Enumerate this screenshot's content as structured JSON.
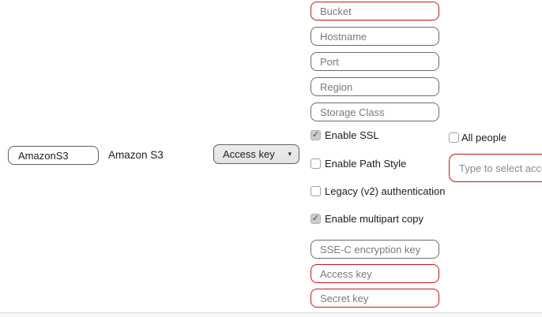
{
  "colors": {
    "error_border": "#cc1414",
    "field_border": "#6b6b6b",
    "placeholder_text": "#7a7a7a",
    "label_text": "#1d1d1f",
    "footer_strip": "#f7f7f7"
  },
  "profile": {
    "protocol_value": "AmazonS3",
    "protocol_label": "Amazon S3"
  },
  "auth_dropdown": {
    "selected": "Access key",
    "caret_icon": "▾"
  },
  "fields_top": [
    {
      "placeholder": "Bucket",
      "error": true
    },
    {
      "placeholder": "Hostname",
      "error": false
    },
    {
      "placeholder": "Port",
      "error": false
    },
    {
      "placeholder": "Region",
      "error": false
    },
    {
      "placeholder": "Storage Class",
      "error": false
    }
  ],
  "checkboxes": [
    {
      "label": "Enable SSL",
      "checked": true
    },
    {
      "label": "Enable Path Style",
      "checked": false
    },
    {
      "label": "Legacy (v2) authentication",
      "checked": false
    },
    {
      "label": "Enable multipart copy",
      "checked": true
    }
  ],
  "fields_bottom": [
    {
      "placeholder": "SSE-C encryption key",
      "error": false
    },
    {
      "placeholder": "Access key",
      "error": true
    },
    {
      "placeholder": "Secret key",
      "error": true
    }
  ],
  "permissions": {
    "all_people_label": "All people",
    "all_people_checked": false,
    "account_placeholder": "Type to select acco"
  }
}
